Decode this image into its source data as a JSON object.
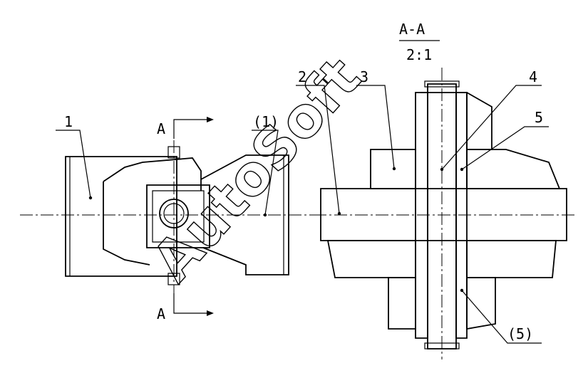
{
  "drawing": {
    "section_title": "A-A",
    "scale": "2:1",
    "section_marker_top": "A",
    "section_marker_bottom": "A",
    "labels": {
      "l1": "1",
      "l1p": "(1)",
      "l2": "2",
      "l3": "3",
      "l4": "4",
      "l5": "5",
      "l5p": "(5)"
    },
    "watermark": "AutoSoft"
  }
}
